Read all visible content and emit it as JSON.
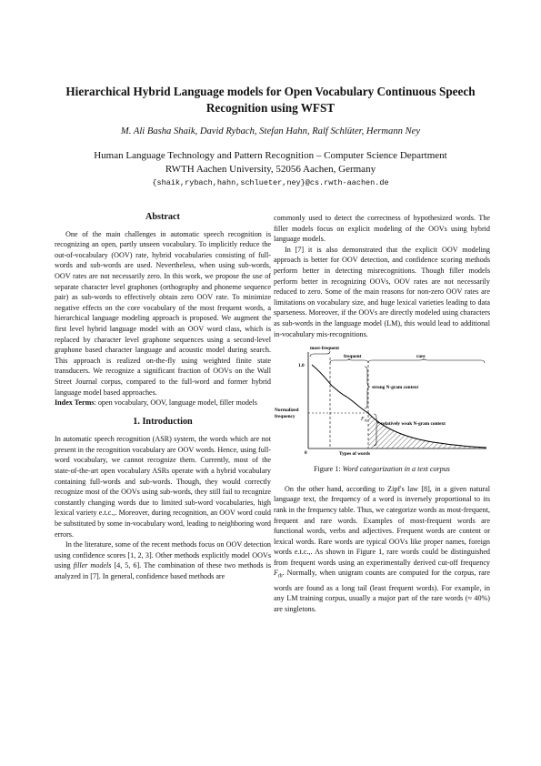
{
  "paper": {
    "title": "Hierarchical Hybrid Language models for Open Vocabulary Continuous Speech Recognition using WFST",
    "authors": "M. Ali Basha Shaik, David Rybach, Stefan Hahn, Ralf Schlüter, Hermann Ney",
    "affiliation_line1": "Human Language Technology and Pattern Recognition – Computer Science Department",
    "affiliation_line2": "RWTH Aachen University, 52056 Aachen, Germany",
    "email": "{shaik,rybach,hahn,schlueter,ney}@cs.rwth-aachen.de"
  },
  "abstract": {
    "heading": "Abstract",
    "text": "One of the main challenges in automatic speech recognition is recognizing an open, partly unseen vocabulary. To implicitly reduce the out-of-vocabulary (OOV) rate, hybrid vocabularies consisting of full-words and sub-words are used. Nevertheless, when using sub-words, OOV rates are not necessarily zero. In this work, we propose the use of separate character level graphones (orthography and phoneme sequence pair) as sub-words to effectively obtain zero OOV rate. To minimize negative effects on the core vocabulary of the most frequent words, a hierarchical language modeling approach is proposed. We augment the first level hybrid language model with an OOV word class, which is replaced by character level graphone sequences using a second-level graphone based character language and acoustic model during search. This approach is realized on-the-fly using weighted finite state transducers. We recognize a significant fraction of OOVs on the Wall Street Journal corpus, compared to the full-word and former hybrid language model based approaches.",
    "index_terms_label": "Index Terms",
    "index_terms": ": open vocabulary, OOV, language model, filler models"
  },
  "intro": {
    "heading": "1.  Introduction",
    "p1": "In automatic speech recognition (ASR) system, the words which are not present in the recognition vocabulary are OOV words. Hence, using full-word vocabulary, we cannot recognize them. Currently, most of the state-of-the-art open vocabulary ASRs operate with a hybrid vocabulary containing full-words and sub-words. Though, they would correctly recognize most of the OOVs using sub-words, they still fail to recognize constantly changing words due to limited sub-word vocabularies, high lexical variety e.t.c.,. Moreover, during recognition, an OOV word could be substituted by some in-vocabulary word, leading to neighboring word errors.",
    "p2_a": "In the literature, some of the recent methods focus on OOV detection using confidence scores [1, 2, 3]. Other methods explicitly model OOVs using ",
    "p2_em": "filler models",
    "p2_b": " [4, 5, 6]. The combination of these two methods is analyzed in [7]. In general, confidence based methods are"
  },
  "right_col": {
    "p1": "commonly used to detect the correctness of hypothesized words. The filler models focus on explicit modeling of the OOVs using hybrid language models.",
    "p2": "In [7] it is also demonstrated that the explicit OOV modeling approach is better for OOV detection, and confidence scoring methods perform better in detecting misrecognitions. Though filler models perform better in recognizing OOVs, OOV rates are not necessarily reduced to zero. Some of the main reasons for non-zero OOV rates are limitations on vocabulary size, and huge lexical varieties leading to data sparseness. Moreover, if the OOVs are directly modeled using characters as sub-words in the language model (LM), this would lead to additional in-vocabulary mis-recognitions.",
    "figure_caption_label": "Figure 1: ",
    "figure_caption": "Word categorization in a text corpus",
    "p3_a": "On the other hand, according to Zipf's law [8], in a given natural language text, the frequency of a word is inversely proportional to its rank in the frequency table. Thus, we categorize words as most-frequent, frequent and rare words. Examples of most-frequent words are functional words, verbs and adjectives. Frequent words are content or lexical words. Rare words are typical OOVs like proper names, foreign words e.t.c.,. As shown in Figure 1, rare words could be distinguished from frequent words using an experimentally derived cut-off frequency ",
    "p3_sym": "F",
    "p3_sub": "th",
    "p3_b": ". Normally, when unigram counts are computed for the corpus, rare words are found as a long tail (least frequent words). For example, in any LM training corpus, usually a major part of the rare words (≈ 40%) are singletons."
  },
  "figure": {
    "label_most_frequent": "most-frequent",
    "label_frequent": "frequent",
    "label_rare": "rare",
    "label_one": "1.0",
    "label_ylabel_1": "Normalized",
    "label_ylabel_2": "frequency",
    "label_strong": "strong N-gram context",
    "label_weak": "relatively weak N-gram context",
    "label_fth": "F",
    "label_fth_sub": "th",
    "label_zero": "0",
    "label_xlabel": "Types of words"
  }
}
